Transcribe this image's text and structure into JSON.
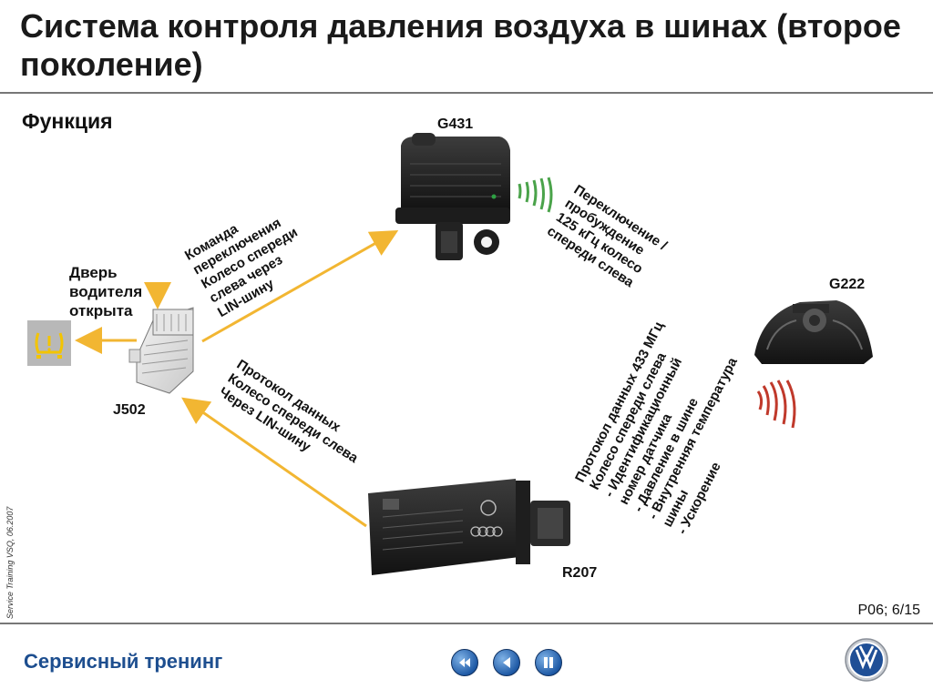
{
  "title": "Система контроля давления воздуха в шинах (второе поколение)",
  "section": "Функция",
  "components": {
    "g431": "G431",
    "g222": "G222",
    "j502": "J502",
    "r207": "R207"
  },
  "door_label": "Дверь водителя открыта",
  "labels": {
    "command": "Команда\nпереключения\nКолесо спереди\nслева через\nLIN-шину",
    "wakeup": "Переключение /\nпробуждение\n125 кГц колесо\nспереди слева",
    "protocol_lin": "Протокол данных\nКолесо спереди слева\nЧерез LIN-шину",
    "protocol_433": "Протокол данных 433 МГц\nКолесо спереди слева\n- Идентификационный\nномер датчика\n- Давление в шине\n- Внутренняя температура\nшины\n- Ускорение"
  },
  "sidenote": "Service Training VSQ, 06.2007",
  "page": "P06; 6/15",
  "footer": "Сервисный тренинг",
  "colors": {
    "arrow": "#f2b632",
    "footer_blue": "#1d4e8f",
    "warning_bg": "#b8b8b8",
    "warning_icon": "#f3c400",
    "wave_green": "#4aa34a",
    "wave_red": "#c0392b"
  },
  "nav": [
    "rewind-icon",
    "back-icon",
    "pause-icon"
  ]
}
